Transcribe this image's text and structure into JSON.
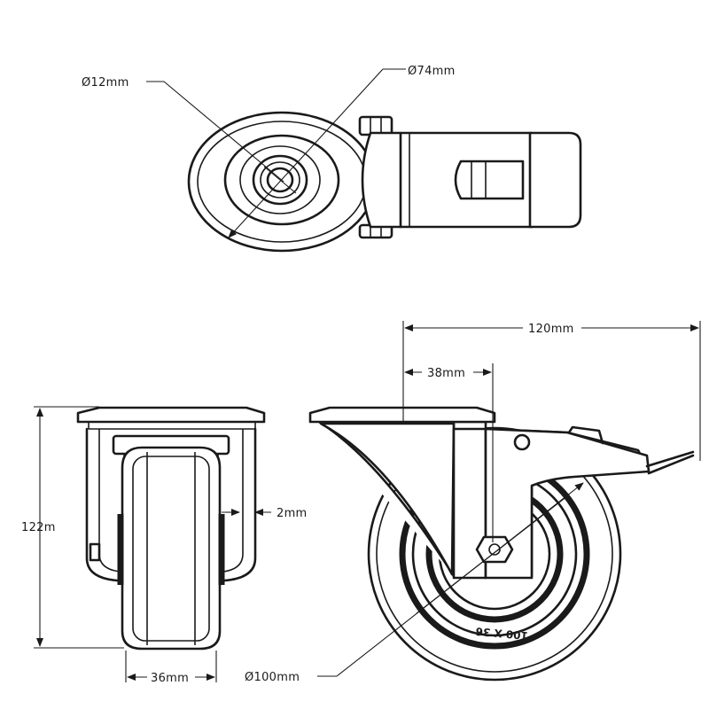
{
  "dimensions": {
    "bolt_diameter": "Ø12mm",
    "plate_diameter": "Ø74mm",
    "total_length": "120mm",
    "offset": "38mm",
    "height": "122m",
    "gap": "2mm",
    "wheel_width": "36mm",
    "wheel_diameter": "Ø100mm"
  },
  "wheel_marking": "100 X 36"
}
